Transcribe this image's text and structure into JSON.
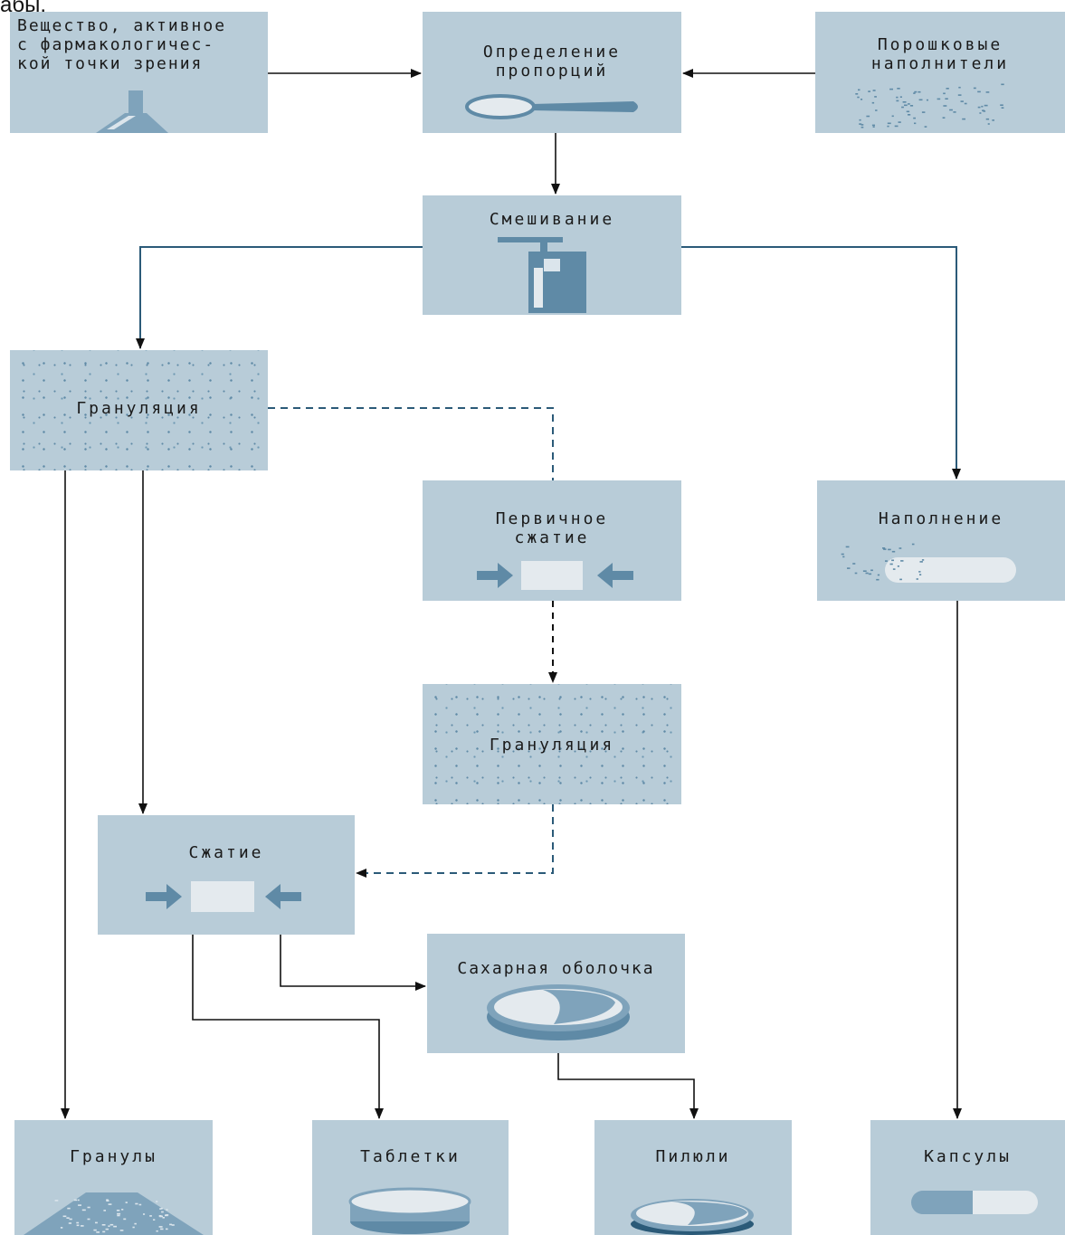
{
  "top_cut_text": "абы.",
  "nodes": {
    "substance": "Вещество, активное\nс фармакологичес-\nкой точки зрения",
    "proportions": "Определение\nпропорций",
    "fillers": "Порошковые\nнаполнители",
    "mixing": "Смешивание",
    "granulation1": "Грануляция",
    "primary_compression": "Первичное\nсжатие",
    "filling": "Наполнение",
    "granulation2": "Грануляция",
    "compression": "Сжатие",
    "sugar_coating": "Сахарная оболочка",
    "granules": "Гранулы",
    "tablets": "Таблетки",
    "pills": "Пилюли",
    "capsules": "Капсулы"
  },
  "icons": {
    "substance": "fume-hood-icon",
    "proportions": "spoon-icon",
    "fillers": "powder-dots-icon",
    "mixing": "mixer-beaker-icon",
    "primary_compression": "press-arrows-icon",
    "filling": "capsule-filling-icon",
    "compression": "press-arrows-icon",
    "sugar_coating": "coated-pill-icon",
    "granules": "granule-pile-icon",
    "tablets": "tablet-icon",
    "pills": "pill-icon",
    "capsules": "capsule-icon"
  },
  "colors": {
    "box_fill": "#b8ccd8",
    "icon_dark": "#5f8aa6",
    "icon_light": "#e4eaee",
    "connector_black": "#111111",
    "connector_blue": "#2b5a78"
  }
}
